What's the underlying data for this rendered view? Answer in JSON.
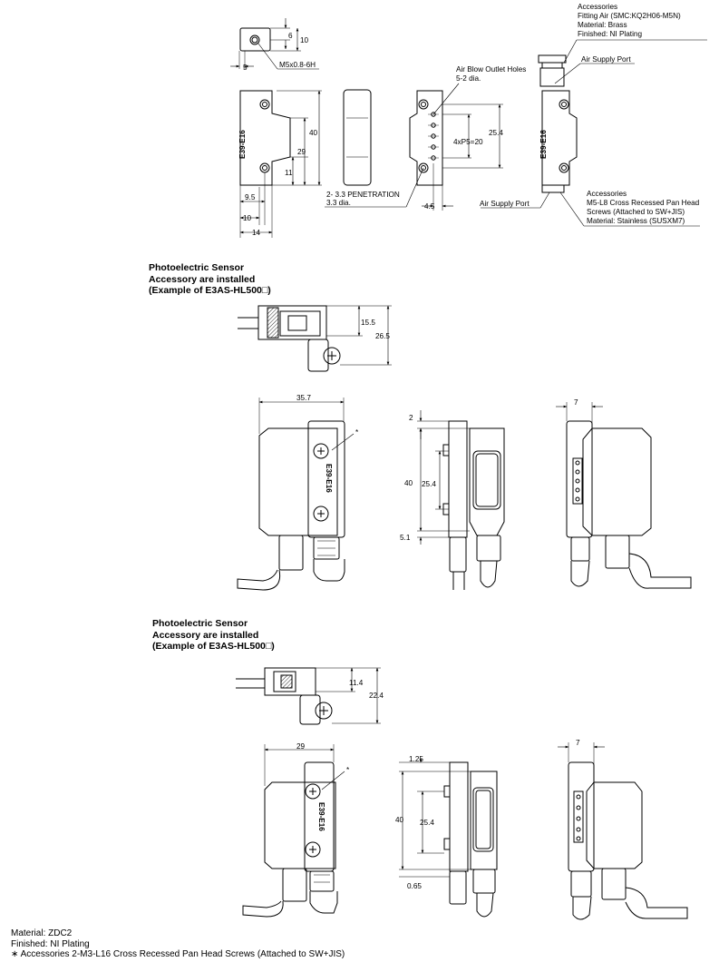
{
  "bracket": {
    "top_dims": [
      "6",
      "10",
      "5",
      "M5x0.8-6H"
    ],
    "side_dims": [
      "40",
      "29",
      "11",
      "9.5",
      "10",
      "14"
    ],
    "engraving": "E39-E16",
    "holes_dims": [
      "25.4",
      "4xP5=20",
      "4.5"
    ],
    "air_blow_label": [
      "Air Blow Outlet Holes",
      "5-2 dia."
    ],
    "penetration_label": [
      "2- 3.3 PENETRATION",
      "3.3 dia."
    ],
    "accessories_top": [
      "Accessories",
      "Fitting Air (SMC:KQ2H06-M5N)",
      "Material: Brass",
      "Finished: NI Plating"
    ],
    "air_supply_port_1": "Air Supply Port",
    "air_supply_port_2": "Air Supply Port",
    "accessories_bottom": [
      "Accessories",
      "M5-L8 Cross Recessed Pan Head",
      "Screws (Attached to SW+JIS)",
      "Material: Stainless (SUSXM7)"
    ]
  },
  "section1": {
    "heading": [
      "Photoelectric Sensor",
      "Accessory are installed",
      "(Example of E3AS-HL500□)"
    ],
    "top_dims": [
      "15.5",
      "26.5"
    ],
    "front_dims": [
      "35.7"
    ],
    "star": "*",
    "engraving": "E39-E16",
    "side_dims": [
      "2",
      "40",
      "25.4",
      "5.1"
    ],
    "right_dims": [
      "7"
    ]
  },
  "section2": {
    "heading": [
      "Photoelectric Sensor",
      "Accessory are installed",
      "(Example of E3AS-HL500□)"
    ],
    "top_dims": [
      "11.4",
      "22.4"
    ],
    "front_dims": [
      "29"
    ],
    "star": "*",
    "engraving": "E39-E16",
    "side_dims": [
      "1.25",
      "40",
      "25.4",
      "0.65"
    ],
    "right_dims": [
      "7"
    ]
  },
  "notes": [
    "Material: ZDC2",
    "Finished: NI Plating",
    "∗ Accessories 2-M3-L16 Cross Recessed Pan Head Screws (Attached to SW+JIS)"
  ]
}
